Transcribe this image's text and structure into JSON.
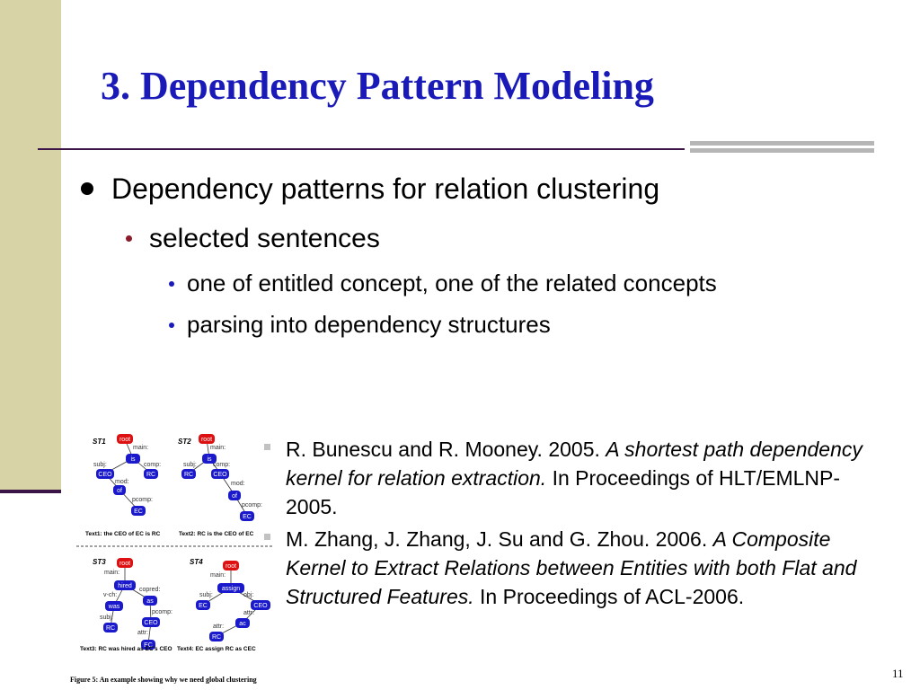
{
  "slide": {
    "title": "3. Dependency Pattern Modeling",
    "page_number": "11"
  },
  "bullets": {
    "l1": "Dependency patterns for relation clustering",
    "l2": "selected sentences",
    "l3": [
      "one of entitled concept, one of the related concepts",
      "parsing into dependency structures"
    ]
  },
  "references": [
    {
      "pre": "R. Bunescu and R. Mooney. 2005. ",
      "title": "A shortest path dependency kernel for relation extraction.",
      "post": " In Proceedings of HLT/EMLNP-2005."
    },
    {
      "pre": "M. Zhang, J. Zhang, J. Su and G. Zhou. 2006. ",
      "title": "A Composite Kernel to Extract Relations between Entities with both Flat and Structured Features.",
      "post": " In Proceedings of ACL-2006."
    }
  ],
  "figure": {
    "caption": "Figure 5:  An example showing why we need global clustering",
    "trees": [
      {
        "label": "ST1",
        "nodes": [
          "root",
          "is",
          "CEO",
          "RC",
          "of",
          "EC"
        ],
        "edges": [
          "main:",
          "subj:",
          "comp:",
          "mod:",
          "pcomp:"
        ],
        "text": "Text1: the CEO of EC is RC"
      },
      {
        "label": "ST2",
        "nodes": [
          "root",
          "is",
          "RC",
          "CEO",
          "of",
          "EC"
        ],
        "edges": [
          "main:",
          "subj:",
          "comp:",
          "mod:",
          "pcomp:"
        ],
        "text": "Text2: RC is the CEO of EC"
      },
      {
        "label": "ST3",
        "nodes": [
          "root",
          "hired",
          "as",
          "was",
          "CEO",
          "RC",
          "EC"
        ],
        "edges": [
          "main:",
          "copred:",
          "v-ch:",
          "pcomp:",
          "subj:",
          "attr:"
        ],
        "text": "Text3: RC was hired as EC's CEO"
      },
      {
        "label": "ST4",
        "nodes": [
          "root",
          "assign",
          "EC",
          "CEO",
          "ac",
          "RC"
        ],
        "edges": [
          "main:",
          "subj:",
          "obj:",
          "attr:",
          "attr:"
        ],
        "text": "Text4: EC assign RC as CEC"
      }
    ]
  },
  "colors": {
    "title": "#1a1ab8",
    "node": "#1a1acc",
    "root_node": "#dd1111",
    "sidebar": "#d7d3a7",
    "rule": "#3b1547"
  }
}
